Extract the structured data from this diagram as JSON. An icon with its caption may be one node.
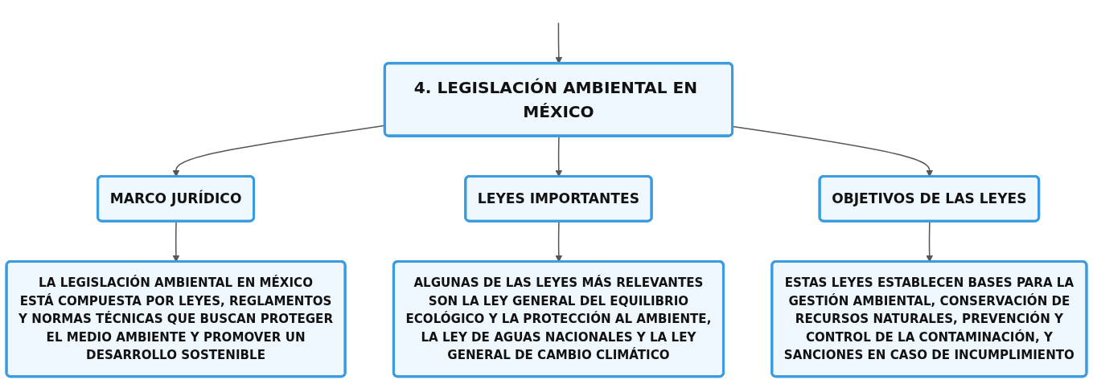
{
  "diagram": {
    "nodes": [
      {
        "text": [
          "4. LEGISLACIÓN AMBIENTAL EN MÉXICO"
        ]
      },
      {
        "text": [
          "MARCO JURÍDICO"
        ]
      },
      {
        "text": [
          "LEYES IMPORTANTES"
        ]
      },
      {
        "text": [
          "OBJETIVOS DE LAS LEYES"
        ]
      },
      {
        "text": [
          "LA LEGISLACIÓN AMBIENTAL EN MÉXICO ESTÁ COMPUESTA POR LEYES, REGLAMENTOS Y NORMAS TÉCNICAS QUE BUSCAN PROTEGER EL MEDIO AMBIENTE Y PROMOVER UN DESARROLLO SOSTENIBLE"
        ]
      },
      {
        "text": [
          "ALGUNAS DE LAS LEYES MÁS RELEVANTES SON LA LEY GENERAL DEL EQUILIBRIO ECOLÓGICO Y LA PROTECCIÓN AL AMBIENTE, LA LEY DE AGUAS NACIONALES Y LA LEY GENERAL DE CAMBIO CLIMÁTICO"
        ]
      },
      {
        "text": [
          "ESTAS LEYES ESTABLECEN BASES PARA LA GESTIÓN AMBIENTAL, CONSERVACIÓN DE RECURSOS NATURALES, PREVENCIÓN Y CONTROL DE LA CONTAMINACIÓN, Y SANCIONES EN CASO DE INCUMPLIMIENTO"
        ]
      }
    ],
    "edges": [
      {
        "from": null,
        "to": 0,
        "arrow": "to"
      },
      {
        "from": 0,
        "to": 1,
        "arrow": "to"
      },
      {
        "from": 0,
        "to": 2,
        "arrow": "to"
      },
      {
        "from": 0,
        "to": 3,
        "arrow": "to"
      },
      {
        "from": 1,
        "to": 4,
        "arrow": "to"
      },
      {
        "from": 2,
        "to": 5,
        "arrow": "to"
      },
      {
        "from": 3,
        "to": 6,
        "arrow": "to"
      }
    ]
  }
}
